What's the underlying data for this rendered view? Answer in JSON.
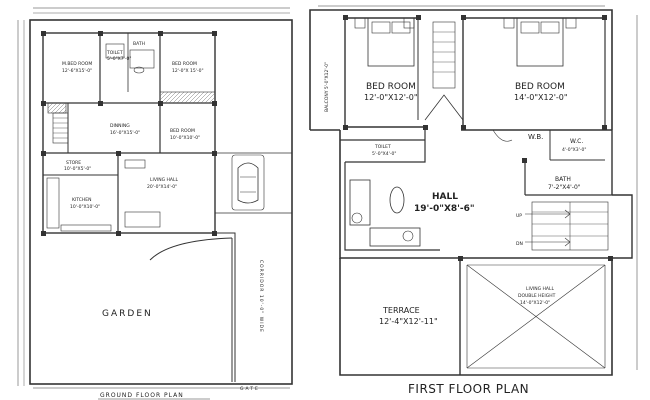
{
  "ground_floor": {
    "caption": "GROUND FLOOR PLAN",
    "rooms": {
      "master_bed_name": "M.BED ROOM",
      "master_bed_size": "12'-6\"X15'-0\"",
      "toilet_name": "TOILET",
      "toilet_size": "5'-0\"X7'-0\"",
      "bath_name": "BATH",
      "bed_name": "BED ROOM",
      "bed_size": "12'-0\"X 15'-0\"",
      "dining_name": "DINNING",
      "dining_size": "16'-0\"X15'-0\"",
      "bed2_name": "BED ROOM",
      "bed2_size": "10'-0\"X10'-0\"",
      "store_name": "STORE",
      "store_size": "10'-0\"X5'-0\"",
      "kitchen_name": "KITCHEN",
      "kitchen_size": "10'-0\"X10'-0\"",
      "living_name": "LIVING HALL",
      "living_size": "20'-0\"X14'-0\"",
      "garden": "GARDEN",
      "corridor": "CORRIDOR 10'-0\" WIDE",
      "gate": "GATE"
    }
  },
  "first_floor": {
    "caption": "FIRST FLOOR PLAN",
    "rooms": {
      "bed1_name": "BED ROOM",
      "bed1_size": "12'-0\"X12'-0\"",
      "bed2_name": "BED ROOM",
      "bed2_size": "14'-0\"X12'-0\"",
      "balcony": "BALCONY 5'-0\"X12'-0\"",
      "toilet_name": "TOILET",
      "toilet_size": "5'-0\"X4'-0\"",
      "wb": "W.B.",
      "wc_name": "W.C.",
      "wc_size": "4'-0\"X3'-0\"",
      "bath_name": "BATH",
      "bath_size": "7'-2\"X4'-0\"",
      "hall_name": "HALL",
      "hall_size": "19'-0\"X8'-6\"",
      "terrace_name": "TERRACE",
      "terrace_size": "12'-4\"X12'-11\"",
      "living_name": "LIVING HALL",
      "living_sub": "DOUBLE HEIGHT",
      "living_size": "14'-0\"X12'-0\"",
      "up": "UP",
      "dn": "DN"
    }
  }
}
